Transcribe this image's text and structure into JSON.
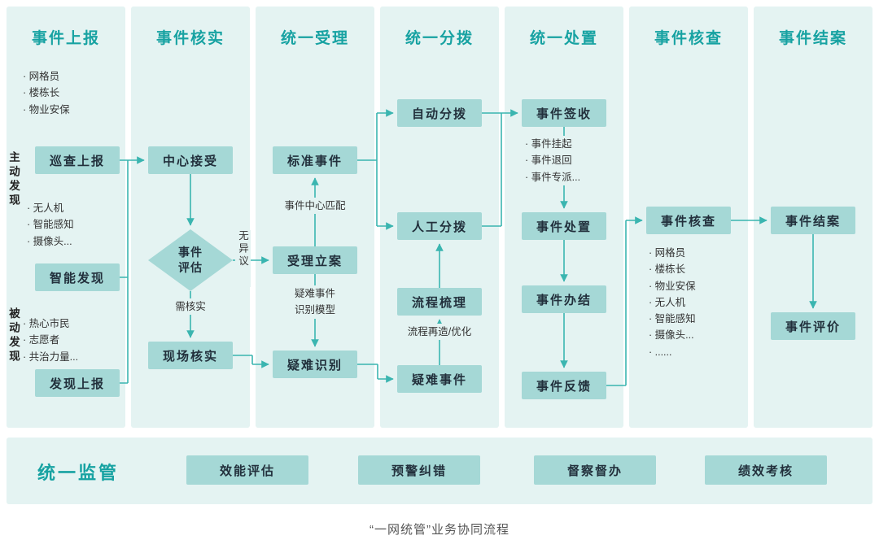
{
  "caption": "“一网统管”业务协同流程",
  "colors": {
    "accent_teal": "#17a2a2",
    "lane_bg": "#e4f3f2",
    "node_bg": "#a5d8d6",
    "arrow": "#3ab5b0",
    "text_dark": "#22303c"
  },
  "lane_headers": [
    "事件上报",
    "事件核实",
    "统一受理",
    "统一分拨",
    "统一处置",
    "事件核查",
    "事件结案"
  ],
  "side_labels": {
    "active": "主动发现",
    "passive": "被动发现"
  },
  "nodes": {
    "patrol_report": "巡查上报",
    "smart_discovery": "智能发现",
    "discovery_report": "发现上报",
    "center_accept": "中心接受",
    "event_evaluate": "事件\n评估",
    "onsite_verify": "现场核实",
    "standard_event": "标准事件",
    "case_filing": "受理立案",
    "difficult_identify": "疑难识别",
    "auto_dispatch": "自动分拨",
    "manual_dispatch": "人工分拨",
    "process_sorting": "流程梳理",
    "difficult_event": "疑难事件",
    "event_signoff": "事件签收",
    "event_handle": "事件处置",
    "event_complete": "事件办结",
    "event_feedback": "事件反馈",
    "event_check": "事件核查",
    "event_close": "事件结案",
    "event_evaluation": "事件评价"
  },
  "annotations": {
    "reporters": "· 网格员\n· 楼栋长\n· 物业安保",
    "sensors": "· 无人机\n· 智能感知\n· 摄像头...",
    "citizens": "· 热心市民\n· 志愿者\n· 共治力量...",
    "need_verify": "需核实",
    "no_objection": "无异议",
    "center_match": "事件中心匹配",
    "difficult_model": "疑难事件\n识别模型",
    "process_optimize": "流程再造/优化",
    "signoff_options": "· 事件挂起\n· 事件退回\n· 事件专派...",
    "check_forces": "· 网格员\n· 楼栋长\n· 物业安保\n· 无人机\n· 智能感知\n· 摄像头...\n· ......"
  },
  "supervision": {
    "title": "统一监管",
    "items": [
      "效能评估",
      "预警纠错",
      "督察督办",
      "绩效考核"
    ]
  }
}
